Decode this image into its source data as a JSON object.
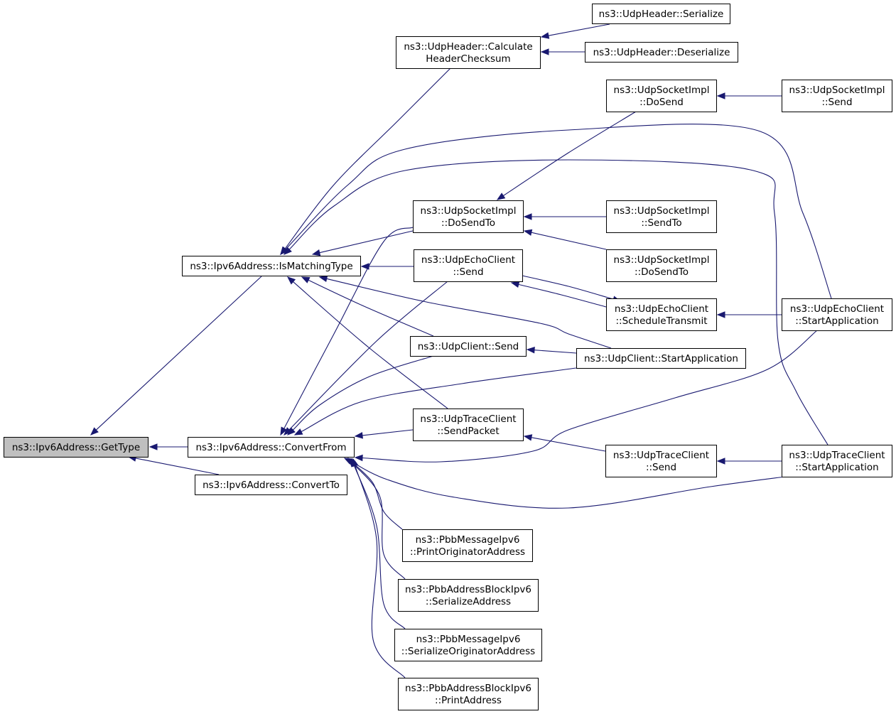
{
  "graph": {
    "focus_node": "getType",
    "nodes": {
      "getType": [
        "ns3::Ipv6Address::GetType"
      ],
      "isMatchingType": [
        "ns3::Ipv6Address::IsMatchingType"
      ],
      "convertFrom": [
        "ns3::Ipv6Address::ConvertFrom"
      ],
      "convertTo": [
        "ns3::Ipv6Address::ConvertTo"
      ],
      "calcChecksum": [
        "ns3::UdpHeader::Calculate",
        "HeaderChecksum"
      ],
      "udpHeaderSerialize": [
        "ns3::UdpHeader::Serialize"
      ],
      "udpHeaderDeserialize": [
        "ns3::UdpHeader::Deserialize"
      ],
      "sockDoSend": [
        "ns3::UdpSocketImpl",
        "::DoSend"
      ],
      "sockSend": [
        "ns3::UdpSocketImpl",
        "::Send"
      ],
      "sockDoSendTo": [
        "ns3::UdpSocketImpl",
        "::DoSendTo"
      ],
      "sockSendTo": [
        "ns3::UdpSocketImpl",
        "::SendTo"
      ],
      "sockDoSendTo2": [
        "ns3::UdpSocketImpl",
        "::DoSendTo"
      ],
      "echoSend": [
        "ns3::UdpEchoClient",
        "::Send"
      ],
      "echoSchedule": [
        "ns3::UdpEchoClient",
        "::ScheduleTransmit"
      ],
      "echoStart": [
        "ns3::UdpEchoClient",
        "::StartApplication"
      ],
      "clientSend": [
        "ns3::UdpClient::Send"
      ],
      "clientStart": [
        "ns3::UdpClient::StartApplication"
      ],
      "traceSendPacket": [
        "ns3::UdpTraceClient",
        "::SendPacket"
      ],
      "traceSend": [
        "ns3::UdpTraceClient",
        "::Send"
      ],
      "traceStart": [
        "ns3::UdpTraceClient",
        "::StartApplication"
      ],
      "pbbMsgPrint": [
        "ns3::PbbMessageIpv6",
        "::PrintOriginatorAddress"
      ],
      "pbbBlockSerialize": [
        "ns3::PbbAddressBlockIpv6",
        "::SerializeAddress"
      ],
      "pbbMsgSerialize": [
        "ns3::PbbMessageIpv6",
        "::SerializeOriginatorAddress"
      ],
      "pbbBlockPrint": [
        "ns3::PbbAddressBlockIpv6",
        "::PrintAddress"
      ]
    },
    "edges": [
      [
        "isMatchingType",
        "getType"
      ],
      [
        "convertFrom",
        "getType"
      ],
      [
        "convertTo",
        "getType"
      ],
      [
        "calcChecksum",
        "isMatchingType"
      ],
      [
        "udpHeaderSerialize",
        "calcChecksum"
      ],
      [
        "udpHeaderDeserialize",
        "calcChecksum"
      ],
      [
        "sockDoSend",
        "sockDoSendTo"
      ],
      [
        "sockDoSendTo",
        "isMatchingType"
      ],
      [
        "echoSend",
        "isMatchingType"
      ],
      [
        "clientSend",
        "isMatchingType"
      ],
      [
        "traceSendPacket",
        "isMatchingType"
      ],
      [
        "clientStart",
        "isMatchingType"
      ],
      [
        "echoStart",
        "isMatchingType"
      ],
      [
        "traceStart",
        "isMatchingType"
      ],
      [
        "sockSend",
        "sockDoSend"
      ],
      [
        "sockSendTo",
        "sockDoSendTo"
      ],
      [
        "sockDoSendTo2",
        "sockDoSendTo"
      ],
      [
        "echoSchedule",
        "echoSend"
      ],
      [
        "echoSend",
        "echoSchedule"
      ],
      [
        "echoStart",
        "echoSchedule"
      ],
      [
        "clientStart",
        "clientSend"
      ],
      [
        "traceSend",
        "traceSendPacket"
      ],
      [
        "traceStart",
        "traceSend"
      ],
      [
        "sockDoSendTo",
        "convertFrom"
      ],
      [
        "echoSend",
        "convertFrom"
      ],
      [
        "clientSend",
        "convertFrom"
      ],
      [
        "clientStart",
        "convertFrom"
      ],
      [
        "traceSendPacket",
        "convertFrom"
      ],
      [
        "echoStart",
        "convertFrom"
      ],
      [
        "traceStart",
        "convertFrom"
      ],
      [
        "pbbMsgPrint",
        "convertFrom"
      ],
      [
        "pbbBlockSerialize",
        "convertFrom"
      ],
      [
        "pbbMsgSerialize",
        "convertFrom"
      ],
      [
        "pbbBlockPrint",
        "convertFrom"
      ]
    ]
  },
  "colors": {
    "edge": "#191970",
    "node_border": "#000000",
    "node_fill": "#ffffff",
    "focus_fill": "#bfbfbf"
  }
}
